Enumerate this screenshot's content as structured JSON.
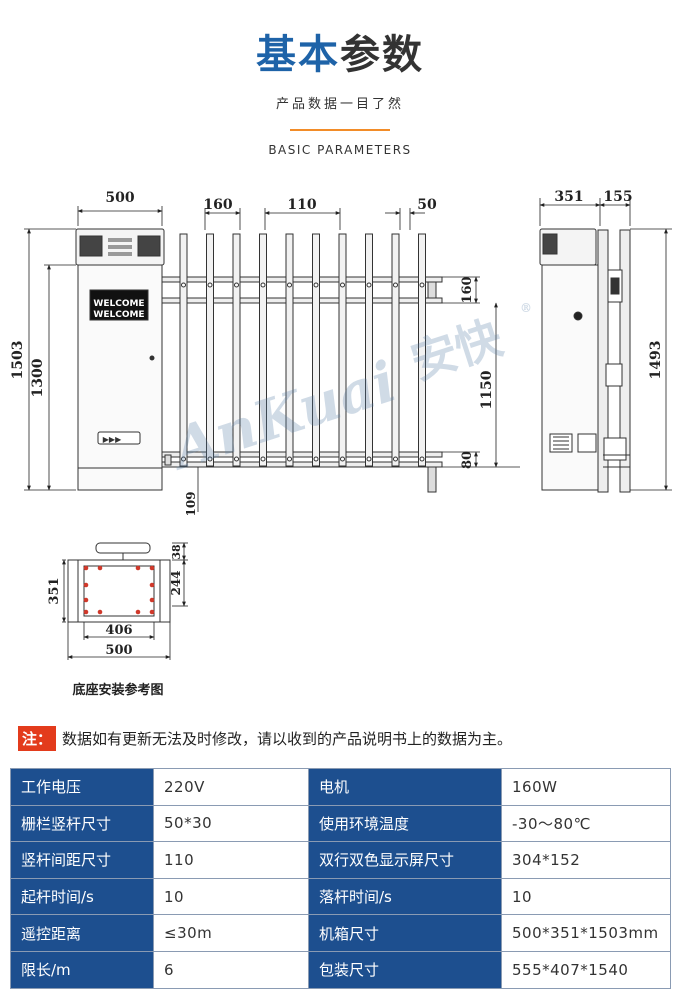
{
  "header": {
    "title_part1": "基本",
    "title_part2": "参数",
    "subtitle": "产品数据一目了然",
    "english_title": "BASIC PARAMETERS"
  },
  "drawing": {
    "front_view": {
      "dim_cabinet_width": "500",
      "dim_bar_offset": "160",
      "dim_bar_spacing": "110",
      "dim_bar_width": "50",
      "dim_total_height": "1503",
      "dim_cabinet_height": "1300",
      "dim_bottom": "109",
      "dim_top_rail": "160",
      "dim_boom_height": "1150",
      "dim_bottom_rail": "80",
      "display_line1": "WELCOME",
      "display_line2": "WELCOME",
      "indicator": "▶▶▶"
    },
    "side_view": {
      "dim_depth": "351",
      "dim_offset": "155",
      "dim_height": "1493"
    },
    "base_view": {
      "dim_depth": "351",
      "dim_top": "38",
      "dim_inner_depth": "244",
      "dim_inner_width": "406",
      "dim_outer_width": "500",
      "caption": "底座安装参考图"
    },
    "watermark_brand": "AnKuai",
    "watermark_cn": "安快",
    "registered_mark": "®"
  },
  "note": {
    "tag": "注：",
    "text": "数据如有更新无法及时修改，请以收到的产品说明书上的数据为主。"
  },
  "params_table": [
    {
      "label1": "工作电压",
      "value1": "220V",
      "label2": "电机",
      "value2": "160W"
    },
    {
      "label1": "栅栏竖杆尺寸",
      "value1": "50*30",
      "label2": "使用环境温度",
      "value2": "-30～80℃"
    },
    {
      "label1": "竖杆间距尺寸",
      "value1": "110",
      "label2": "双行双色显示屏尺寸",
      "value2": "304*152"
    },
    {
      "label1": "起杆时间/s",
      "value1": "10",
      "label2": "落杆时间/s",
      "value2": "10"
    },
    {
      "label1": "遥控距离",
      "value1": "≤30m",
      "label2": "机箱尺寸",
      "value2": "500*351*1503mm"
    },
    {
      "label1": "限长/m",
      "value1": "6",
      "label2": "包装尺寸",
      "value2": "555*407*1540"
    }
  ],
  "colors": {
    "title_blue": "#1e63a8",
    "accent_orange": "#f28c28",
    "note_red": "#e33b1c",
    "table_label_bg": "#1d4f8f"
  }
}
